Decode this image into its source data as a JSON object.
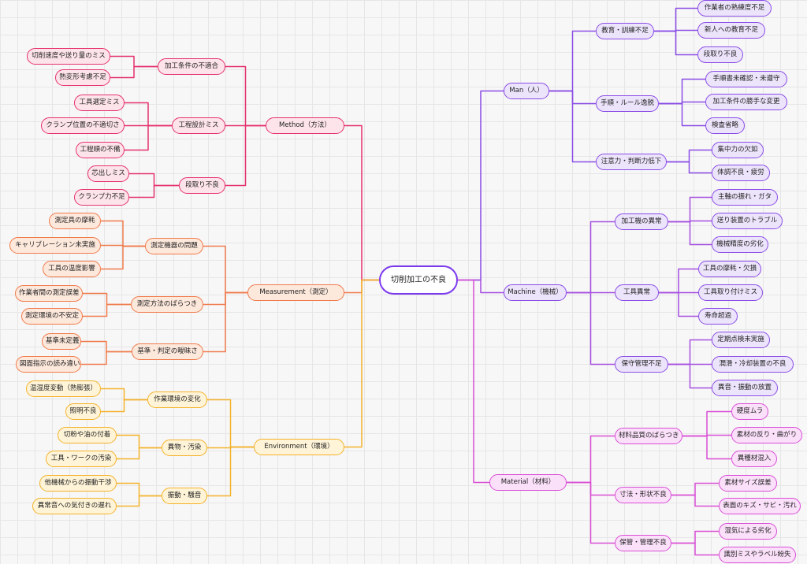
{
  "root": "切削加工の不良",
  "colors": {
    "method": "#e5316f",
    "measurement": "#f07a4b",
    "environment": "#f4b22b",
    "man": "#8a4ce6",
    "machine": "#a64fe0",
    "material": "#d94fd6",
    "root_border": "#7c3aed"
  },
  "categories": {
    "method": {
      "label": "Method（方法）",
      "groups": [
        {
          "label": "加工条件の不適合",
          "items": [
            "切削速度や送り量のミス",
            "熱変形考慮不足"
          ]
        },
        {
          "label": "工程設計ミス",
          "items": [
            "工具選定ミス",
            "クランプ位置の不適切さ",
            "工程順の不備"
          ]
        },
        {
          "label": "段取り不良",
          "items": [
            "芯出しミス",
            "クランプ力不足"
          ]
        }
      ]
    },
    "measurement": {
      "label": "Measurement（測定）",
      "groups": [
        {
          "label": "測定機器の問題",
          "items": [
            "測定具の摩耗",
            "キャリブレーション未実施",
            "工具の温度影響"
          ]
        },
        {
          "label": "測定方法のばらつき",
          "items": [
            "作業者間の測定誤差",
            "測定環境の不安定"
          ]
        },
        {
          "label": "基準・判定の曖昧さ",
          "items": [
            "基準未定義",
            "図面指示の読み違い"
          ]
        }
      ]
    },
    "environment": {
      "label": "Environment（環境）",
      "groups": [
        {
          "label": "作業環境の変化",
          "items": [
            "温湿度変動（熱膨張）",
            "照明不良"
          ]
        },
        {
          "label": "異物・汚染",
          "items": [
            "切粉や油の付着",
            "工具・ワークの汚染"
          ]
        },
        {
          "label": "振動・騒音",
          "items": [
            "他機械からの振動干渉",
            "異常音への気付きの遅れ"
          ]
        }
      ]
    },
    "man": {
      "label": "Man（人）",
      "groups": [
        {
          "label": "教育・訓練不足",
          "items": [
            "作業者の熟練度不足",
            "新人への教育不足",
            "段取り不良"
          ]
        },
        {
          "label": "手順・ルール逸脱",
          "items": [
            "手順書未確認・未遵守",
            "加工条件の勝手な変更",
            "検査省略"
          ]
        },
        {
          "label": "注意力・判断力低下",
          "items": [
            "集中力の欠如",
            "体調不良・疲労"
          ]
        }
      ]
    },
    "machine": {
      "label": "Machine（機械）",
      "groups": [
        {
          "label": "加工機の異常",
          "items": [
            "主軸の振れ・ガタ",
            "送り装置のトラブル",
            "機械精度の劣化"
          ]
        },
        {
          "label": "工具異常",
          "items": [
            "工具の摩耗・欠損",
            "工具取り付けミス",
            "寿命超過"
          ]
        },
        {
          "label": "保守管理不足",
          "items": [
            "定期点検未実施",
            "潤滑・冷却装置の不良",
            "異音・振動の放置"
          ]
        }
      ]
    },
    "material": {
      "label": "Material（材料）",
      "groups": [
        {
          "label": "材料品質のばらつき",
          "items": [
            "硬度ムラ",
            "素材の反り・曲がり",
            "異種材混入"
          ]
        },
        {
          "label": "寸法・形状不良",
          "items": [
            "素材サイズ誤差",
            "表面のキズ・サビ・汚れ"
          ]
        },
        {
          "label": "保管・管理不良",
          "items": [
            "湿気による劣化",
            "識別ミスやラベル紛失"
          ]
        }
      ]
    }
  }
}
